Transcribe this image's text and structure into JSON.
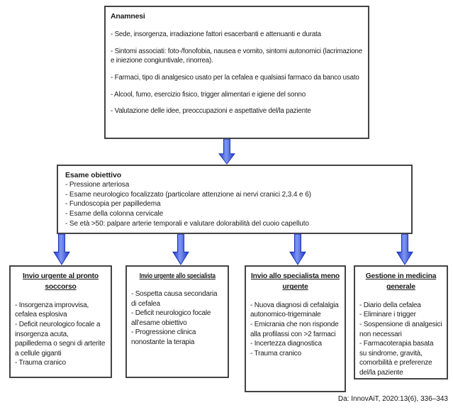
{
  "anamnesi": {
    "title": "Anamnesi",
    "items": [
      "- Sede, insorgenza, irradiazione fattori esacerbanti e attenuanti e durata",
      "- Sintomi associati: foto-/fonofobia, nausea e vomito, sintomi autonomici (lacrimazione e iniezione congiuntivale, rinorrea).",
      "- Farmaci, tipo di analgesico usato per la cefalea e qualsiasi farmaco da banco usato",
      "- Alcool, fumo, esercizio fisico, trigger alimentari e igiene del sonno",
      "- Valutazione delle idee, preoccupazioni e aspettative del/la paziente"
    ]
  },
  "esame": {
    "title": "Esame obiettivo",
    "items": [
      "- Pressione arteriosa",
      "- Esame neurologico focalizzato (particolare attenzione ai nervi cranici 2,3.4 e 6)",
      "- Fundoscopia per papilledema",
      "- Esame della colonna cervicale",
      "- Se età >50: palpare arterie temporali e valutare dolorabilità del cuoio capelluto"
    ]
  },
  "outcomes": [
    {
      "title": "Invio urgente al pronto soccorso",
      "items": [
        "- Insorgenza improvvisa, cefalea esplosiva",
        "- Deficit neurologico focale a insorgenza acuta, papilledema o segni di arterite a cellule giganti",
        "- Trauma cranico"
      ]
    },
    {
      "title": "Invio urgente allo specialista",
      "items": [
        "- Sospetta causa secondaria di cefalea",
        "- Deficit neurologico focale all’esame obiettivo",
        "- Progressione clinica nonostante la terapia"
      ]
    },
    {
      "title": "Invio allo specialista meno urgente",
      "items": [
        "- Nuova diagnosi di cefalalgia autonomico-trigeminale",
        "- Emicrania che non risponde alla profilassi con >2 farmaci",
        "- Incertezza diagnostica",
        "- Trauma cranico"
      ]
    },
    {
      "title": "Gestione in medicina generale",
      "items": [
        "- Diario della cefalea",
        "- Eliminare i trigger",
        "- Sospensione di analgesici non necessari",
        "- Farmacoterapia basata su sindrome, gravità, comorbilità e preferenze del/la paziente"
      ]
    }
  ],
  "citation": "Da: InnovAiT, 2020:13(6), 336–343",
  "colors": {
    "arrow_fill_light": "#7E97F2",
    "arrow_fill_dark": "#2038C8",
    "arrow_edge": "#1A34B8",
    "box_border": "#444444"
  }
}
